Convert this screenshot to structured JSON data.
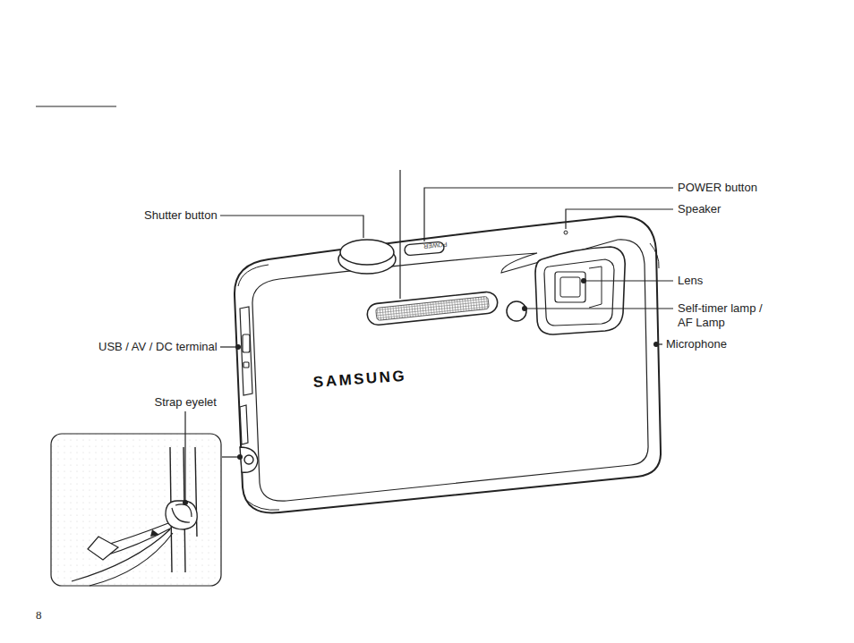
{
  "diagram": {
    "labels": [
      "POWER button",
      "Speaker",
      "Shutter button",
      "Lens",
      "Self-timer lamp / AF Lamp",
      "USB / AV / DC terminal",
      "Microphone",
      "Strap eyelet",
      "SAMSUNG",
      "POWER",
      "8"
    ]
  }
}
